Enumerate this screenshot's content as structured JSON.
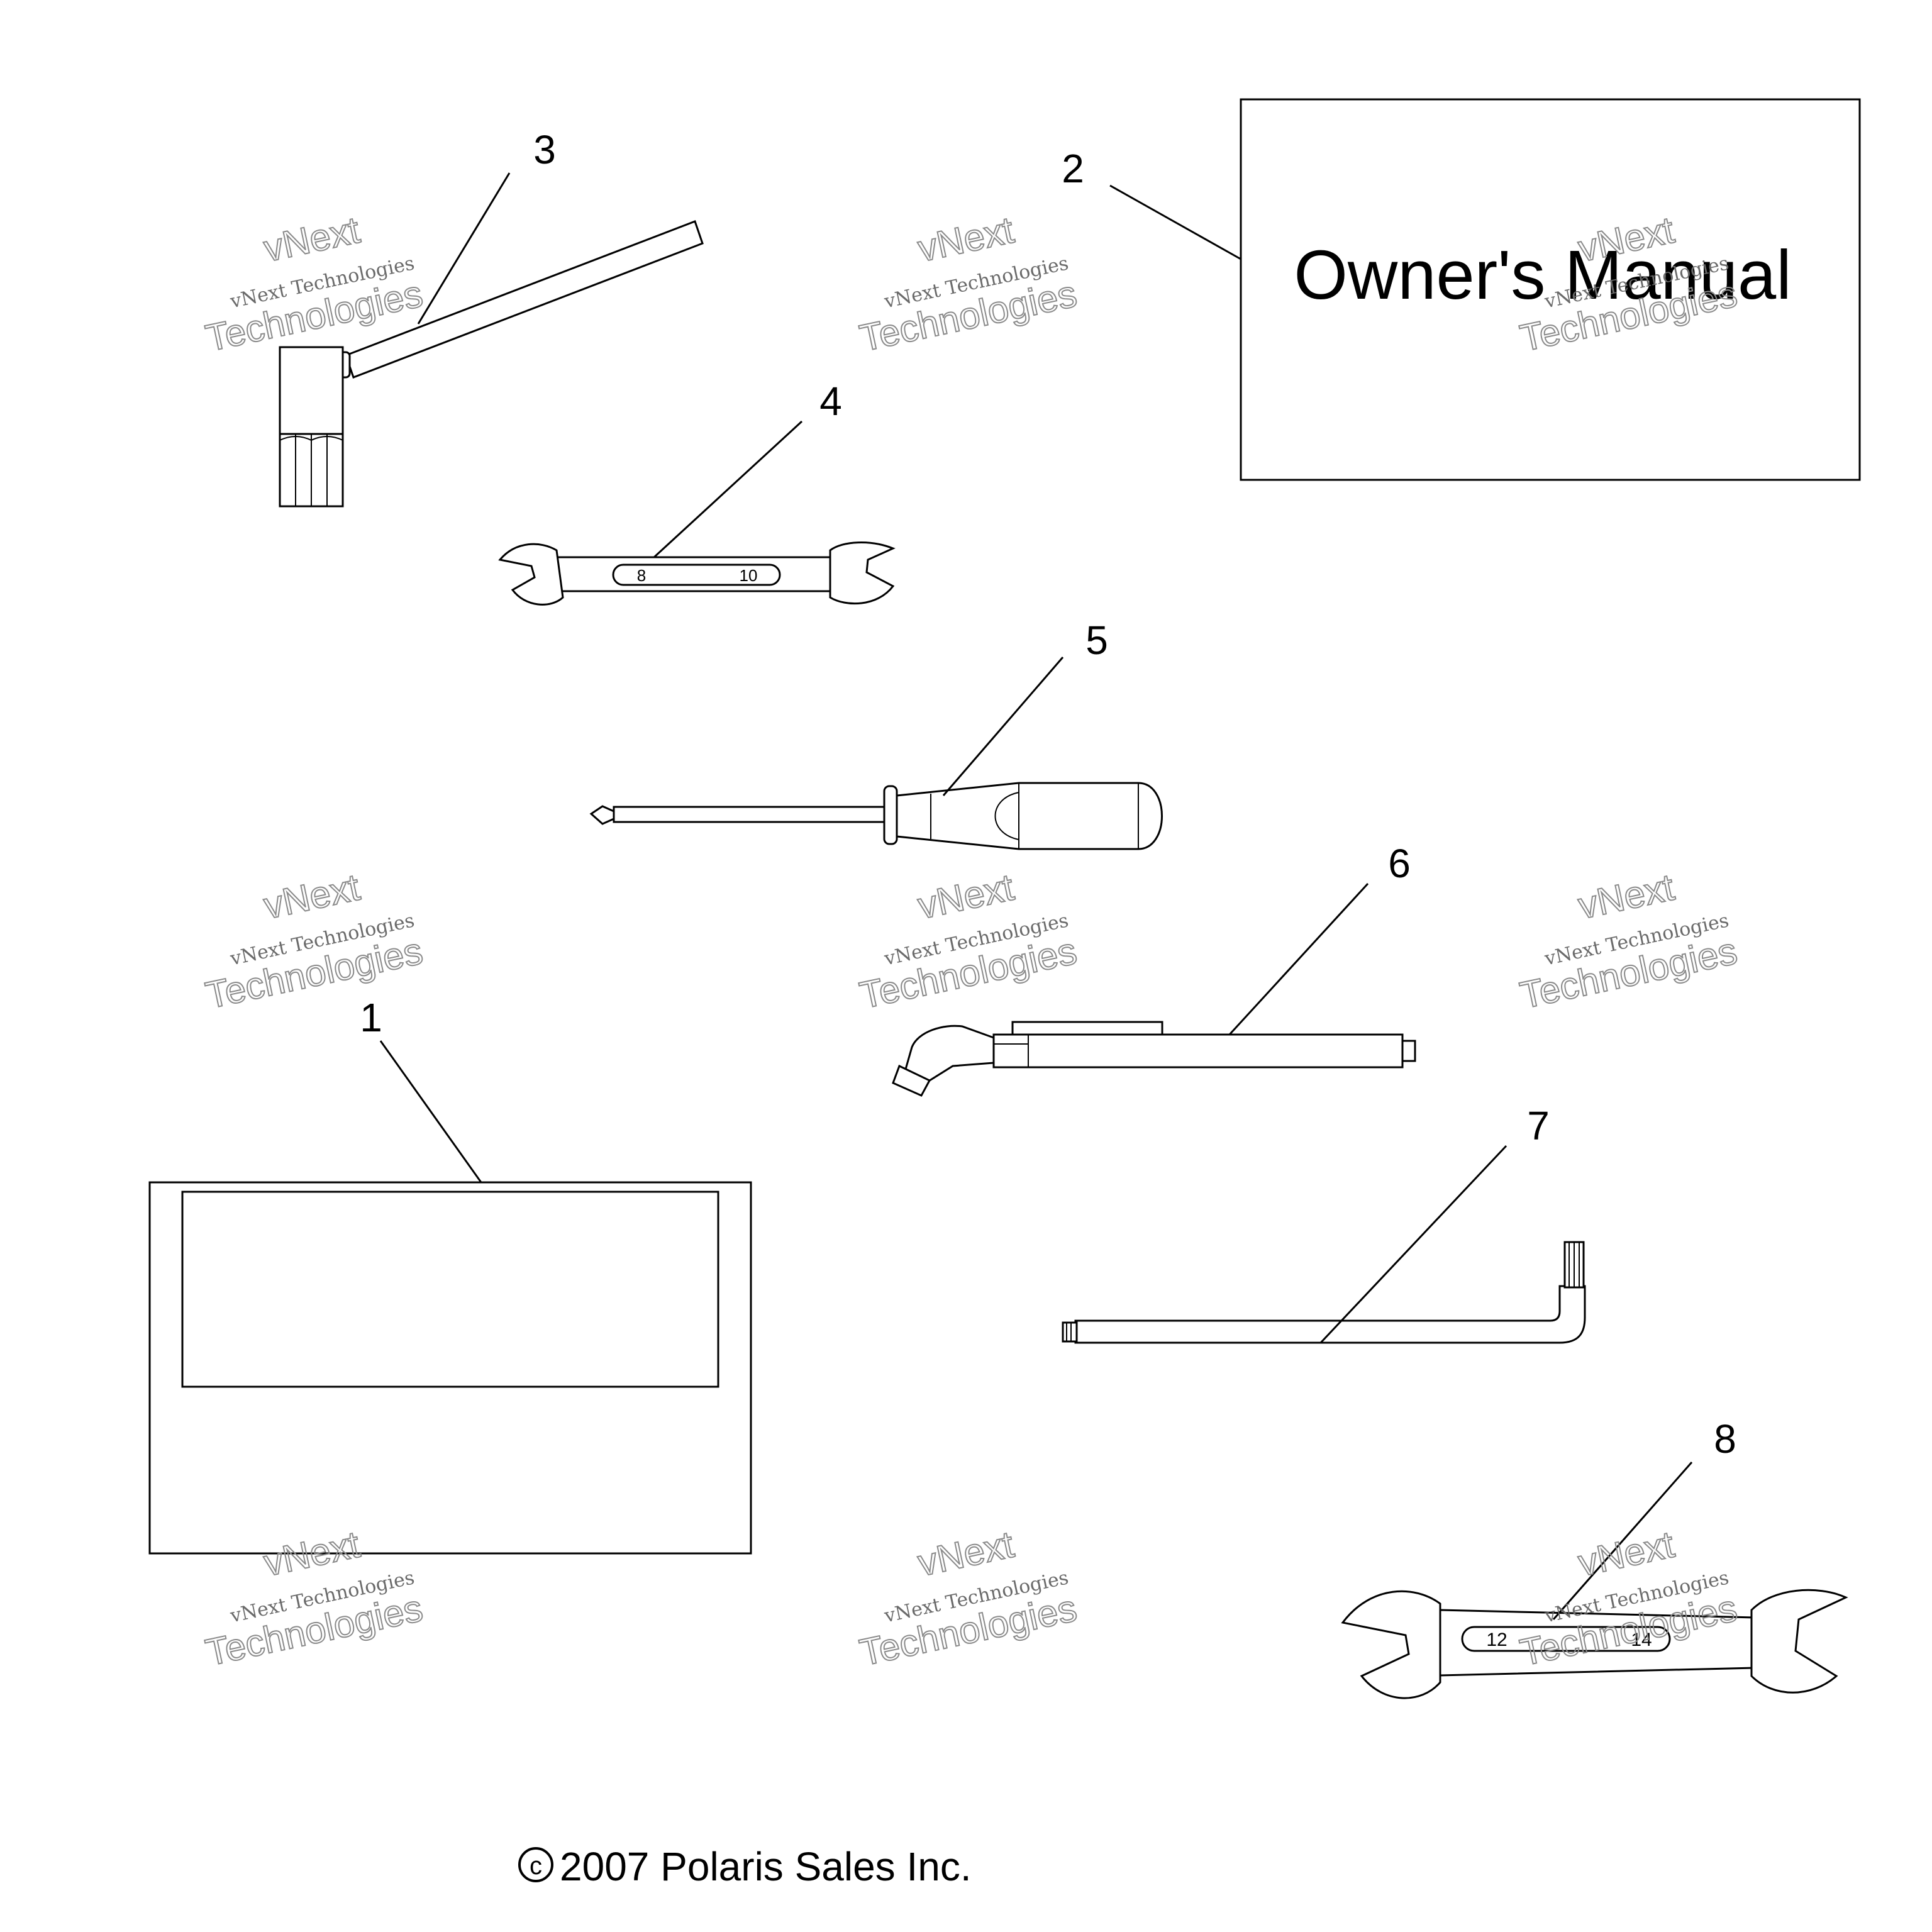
{
  "manual_cover_text": "Owner's Manual",
  "copyright": "2007 Polaris Sales Inc.",
  "copyright_symbol": "c",
  "callouts": [
    "1",
    "2",
    "3",
    "4",
    "5",
    "6",
    "7",
    "8"
  ],
  "wrench_small_sizes": [
    "8",
    "10"
  ],
  "wrench_large_sizes": [
    "12",
    "14"
  ],
  "watermark": {
    "line1": "vNext",
    "line2": "vNext Technologies",
    "line3": "Technologies"
  }
}
